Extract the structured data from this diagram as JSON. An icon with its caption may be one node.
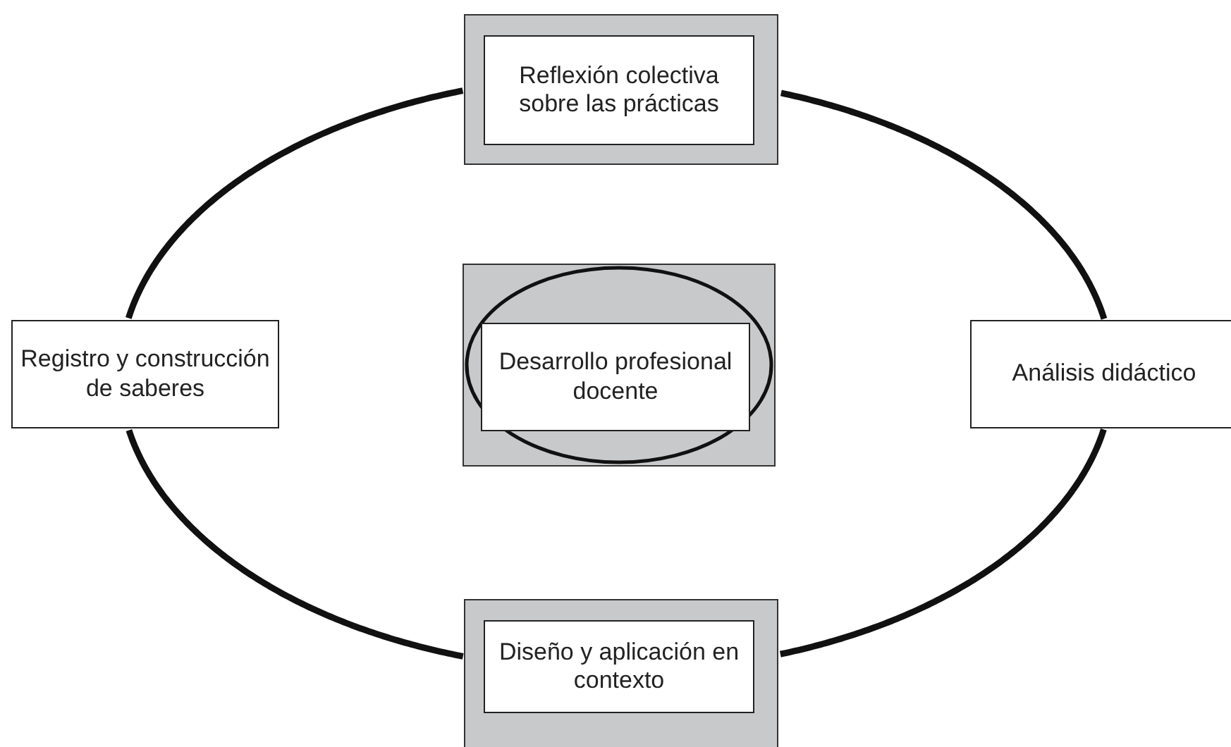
{
  "diagram": {
    "nodes": [
      {
        "text": [
          "Reflexión colectiva sobre las prácticas"
        ]
      },
      {
        "text": [
          "Registro y construcción de saberes"
        ]
      },
      {
        "text": [
          "Desarrollo profesional docente"
        ]
      },
      {
        "text": [
          "Análisis didáctico"
        ]
      },
      {
        "text": [
          "Diseño y aplicación en contexto"
        ]
      }
    ],
    "edges": [
      {
        "from": 0,
        "to": 3,
        "arrow": "none"
      },
      {
        "from": 3,
        "to": 4,
        "arrow": "none"
      },
      {
        "from": 4,
        "to": 1,
        "arrow": "none"
      },
      {
        "from": 1,
        "to": 0,
        "arrow": "none"
      }
    ]
  }
}
